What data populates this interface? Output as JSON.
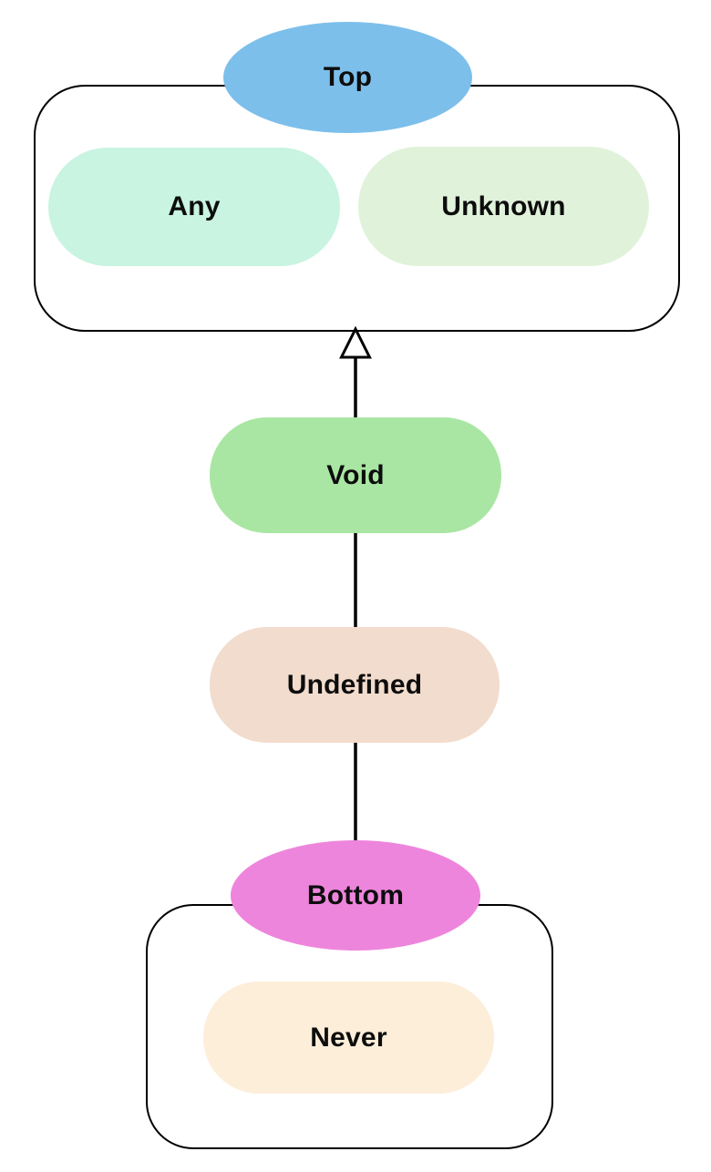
{
  "diagram": {
    "kind": "type-hierarchy-lattice",
    "nodes": {
      "top": {
        "label": "Top",
        "shape": "ellipse",
        "fill": "#7dbfeb"
      },
      "any": {
        "label": "Any",
        "shape": "pill",
        "fill": "#c8f4e1"
      },
      "unknown": {
        "label": "Unknown",
        "shape": "pill",
        "fill": "#e0f3da"
      },
      "void": {
        "label": "Void",
        "shape": "pill",
        "fill": "#a9e6a3"
      },
      "undefined": {
        "label": "Undefined",
        "shape": "pill",
        "fill": "#f2dccd"
      },
      "bottom": {
        "label": "Bottom",
        "shape": "ellipse",
        "fill": "#ee85dc"
      },
      "never": {
        "label": "Never",
        "shape": "pill",
        "fill": "#fdeeda"
      }
    },
    "groups": [
      {
        "name": "top-group",
        "header_node": "Top",
        "members": [
          "Any",
          "Unknown"
        ]
      },
      {
        "name": "bottom-group",
        "header_node": "Bottom",
        "members": [
          "Never"
        ]
      }
    ],
    "edges": [
      {
        "from": "Void",
        "to": "top-group",
        "style": "hollow-triangle-arrow"
      },
      {
        "from": "Undefined",
        "to": "Void",
        "style": "line"
      },
      {
        "from": "Bottom",
        "to": "Undefined",
        "style": "line"
      }
    ],
    "stroke_color": "#000000",
    "text_color": "#0d0d0d"
  }
}
